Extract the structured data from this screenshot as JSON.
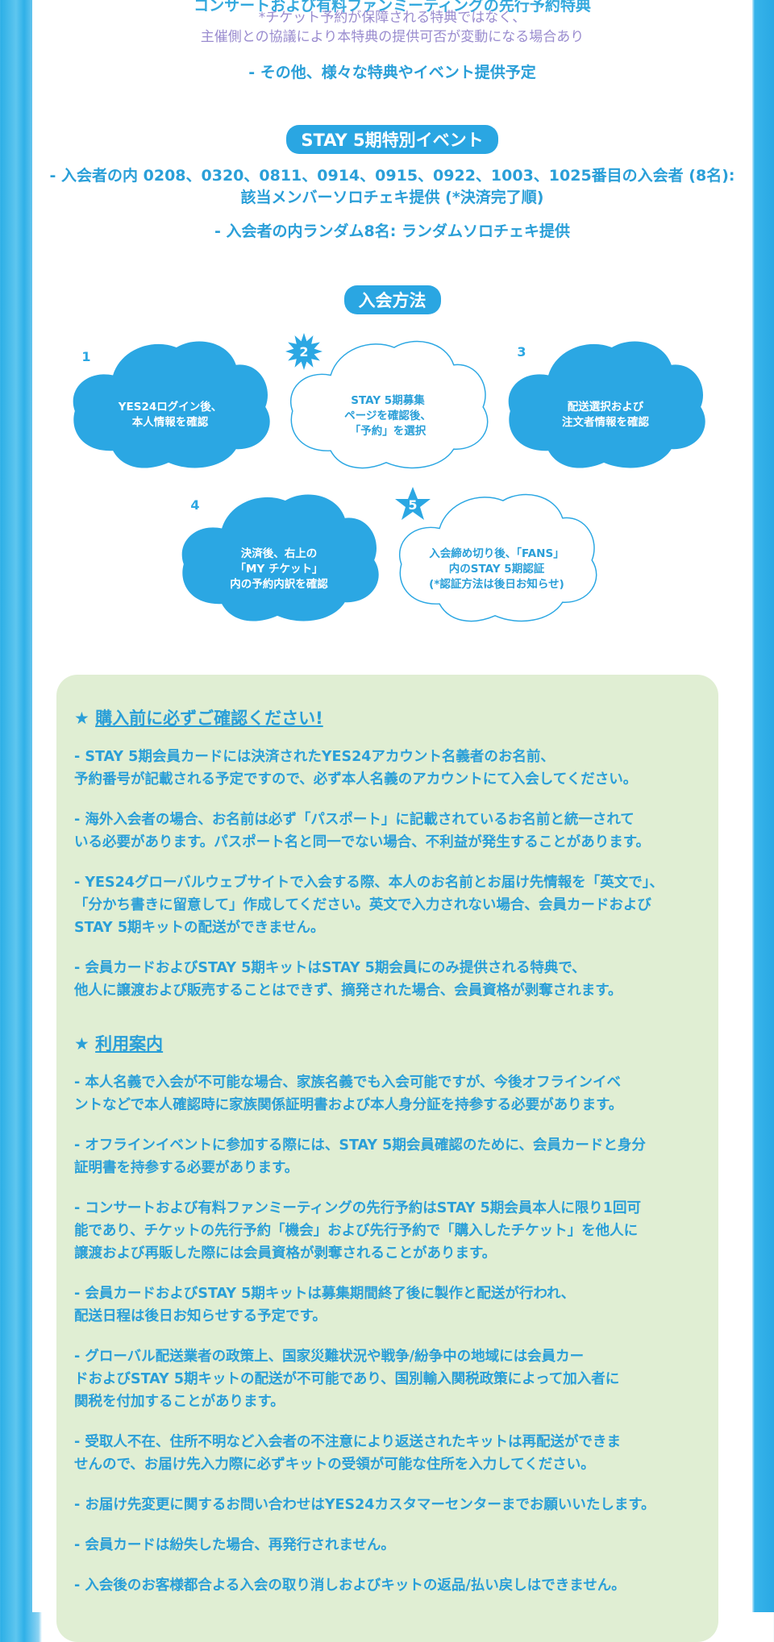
{
  "header": {
    "cut_line": "コンサートおよび有料ファンミーティングの先行予約特典",
    "note_line1": "*チケット予約が保障される特典ではなく、",
    "note_line2": "主催側との協議により本特典の提供可否が変動になる場合あり",
    "other_benefits": "- その他、様々な特典やイベント提供予定"
  },
  "special_event": {
    "pill": "STAY 5期特別イベント",
    "line1": "- 入会者の内 0208、0320、0811、0914、0915、0922、1003、1025番目の入会者 (8名):",
    "line2": "該当メンバーソロチェキ提供 (*決済完了順)",
    "line3": "- 入会者の内ランダム8名: ランダムソロチェキ提供"
  },
  "join_method": {
    "pill": "入会方法",
    "steps": [
      {
        "number": "1",
        "icon": "water-drop-icon",
        "lines": [
          "YES24ログイン後、",
          "本人情報を確認"
        ],
        "style": "filled"
      },
      {
        "number": "2",
        "icon": "sun-badge-icon",
        "lines": [
          "STAY 5期募集",
          "ページを確認後、",
          "「予約」を選択"
        ],
        "style": "outline"
      },
      {
        "number": "3",
        "icon": "snowflake-icon",
        "lines": [
          "配送選択および",
          "注文者情報を確認"
        ],
        "style": "filled"
      },
      {
        "number": "4",
        "icon": "sparkle-icon",
        "lines": [
          "決済後、右上の",
          "「MY チケット」",
          "内の予約内訳を確認"
        ],
        "style": "filled"
      },
      {
        "number": "5",
        "icon": "star-icon",
        "lines": [
          "入会締め切り後、「FANS」",
          "内のSTAY 5期認証",
          "(*認証方法は後日お知らせ)"
        ],
        "style": "outline"
      }
    ]
  },
  "notice": {
    "section1_title": "購入前に必ずご確認ください!",
    "section1_items": [
      [
        "- STAY 5期会員カードには決済されたYES24アカウント名義者のお名前、",
        "予約番号が記載される予定ですので、必ず本人名義のアカウントにて入会してください。"
      ],
      [
        "- 海外入会者の場合、お名前は必ず「パスポート」に記載されているお名前と統一されて",
        "いる必要があります。パスポート名と同一でない場合、不利益が発生することがあります。"
      ],
      [
        "- YES24グローバルウェブサイトで入会する際、本人のお名前とお届け先情報を「英文で」、",
        "「分かち書きに留意して」作成してください。英文で入力されない場合、会員カードおよび",
        "STAY 5期キットの配送ができません。"
      ],
      [
        "- 会員カードおよびSTAY 5期キットはSTAY 5期会員にのみ提供される特典で、",
        "他人に譲渡および販売することはできず、摘発された場合、会員資格が剥奪されます。"
      ]
    ],
    "section2_title": "利用案内",
    "section2_items": [
      [
        "- 本人名義で入会が不可能な場合、家族名義でも入会可能ですが、今後オフラインイベ",
        "ントなどで本人確認時に家族関係証明書および本人身分証を持参する必要があります。"
      ],
      [
        "- オフラインイベントに参加する際には、STAY 5期会員確認のために、会員カードと身分",
        "証明書を持参する必要があります。"
      ],
      [
        "- コンサートおよび有料ファンミーティングの先行予約はSTAY 5期会員本人に限り1回可",
        "能であり、チケットの先行予約「機会」および先行予約で「購入したチケット」を他人に",
        "譲渡および再販した際には会員資格が剥奪されることがあります。"
      ],
      [
        "- 会員カードおよびSTAY 5期キットは募集期間終了後に製作と配送が行われ、",
        "配送日程は後日お知らせする予定です。"
      ],
      [
        "- グローバル配送業者の政策上、国家災難状況や戦争/紛争中の地域には会員カー",
        "ドおよびSTAY 5期キットの配送が不可能であり、国別輸入関税政策によって加入者に",
        "関税を付加することがあります。"
      ],
      [
        "- 受取人不在、住所不明など入会者の不注意により返送されたキットは再配送ができま",
        "せんので、お届け先入力際に必ずキットの受領が可能な住所を入力してください。"
      ],
      [
        "- お届け先変更に関するお問い合わせはYES24カスタマーセンターまでお願いいたします。"
      ],
      [
        "- 会員カードは紛失した場合、再発行されません。"
      ],
      [
        "- 入会後のお客様都合よる入会の取り消しおよびキットの返品/払い戻しはできません。"
      ]
    ]
  }
}
